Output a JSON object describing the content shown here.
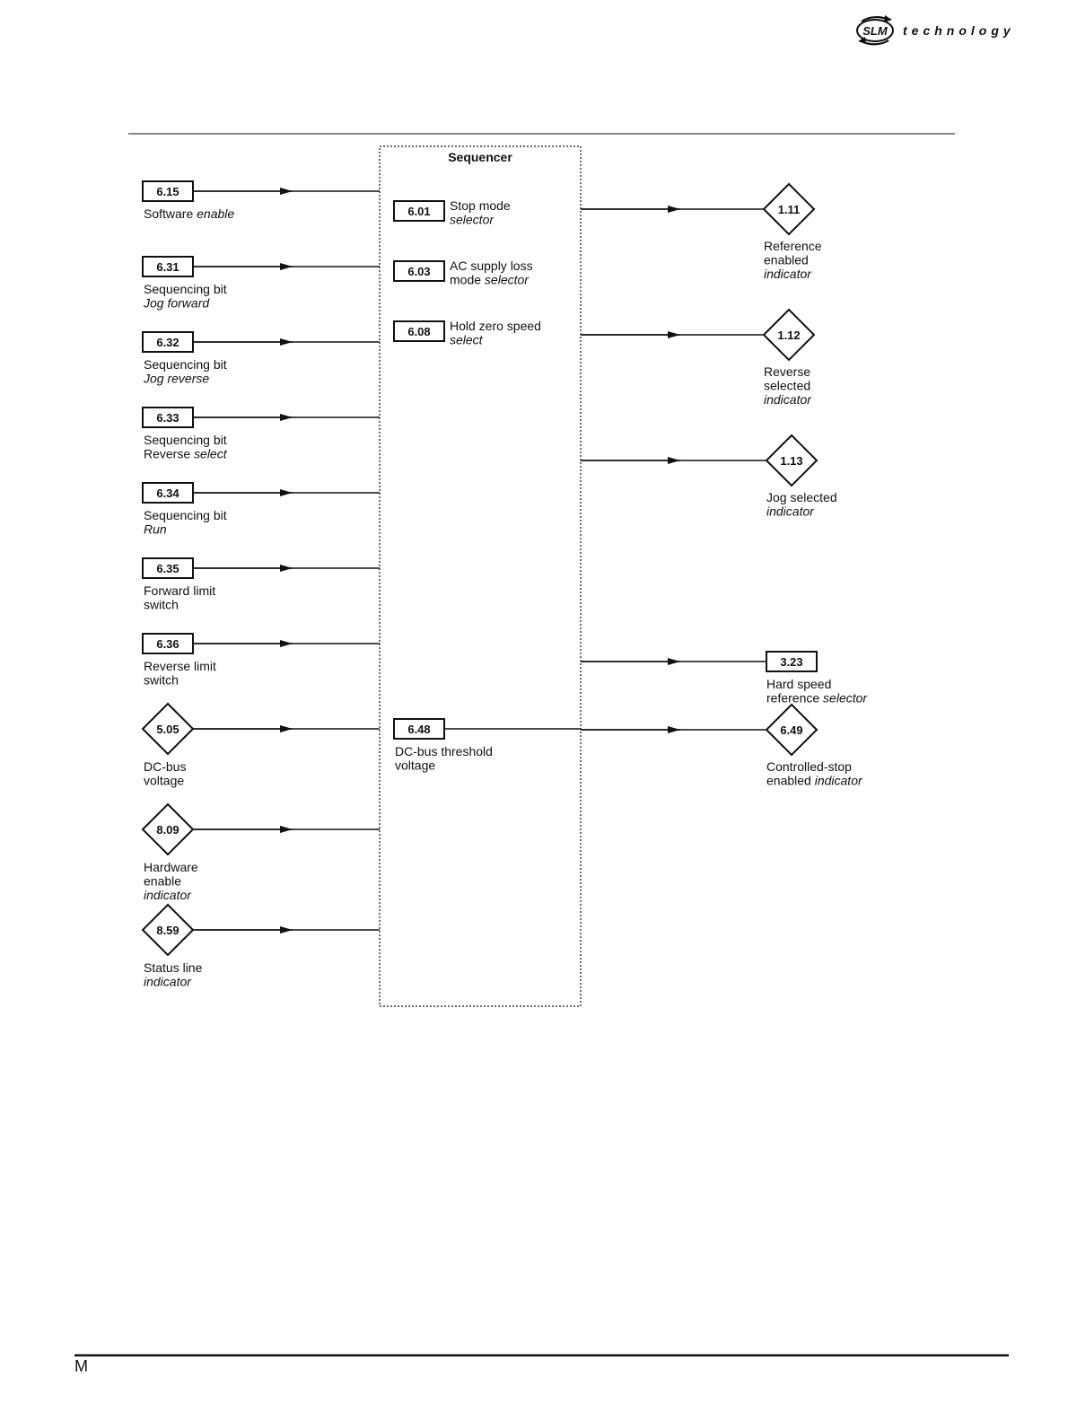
{
  "header": {
    "brand_mark": "SLM",
    "brand_text": "technology"
  },
  "footer": {
    "letter": "M"
  },
  "diagram": {
    "title": "Sequencer",
    "inputs": [
      {
        "code": "6.15",
        "shape": "box",
        "label": [
          {
            "t": "Software ",
            "i": false
          },
          {
            "t": "enable",
            "i": true
          }
        ]
      },
      {
        "code": "6.31",
        "shape": "box",
        "label": [
          {
            "t": "Sequencing bit",
            "i": false,
            "br": true
          },
          {
            "t": "Jog forward",
            "i": true
          }
        ]
      },
      {
        "code": "6.32",
        "shape": "box",
        "label": [
          {
            "t": "Sequencing bit",
            "i": false,
            "br": true
          },
          {
            "t": "Jog reverse",
            "i": true
          }
        ]
      },
      {
        "code": "6.33",
        "shape": "box",
        "label": [
          {
            "t": "Sequencing bit",
            "i": false,
            "br": true
          },
          {
            "t": "Reverse ",
            "i": false
          },
          {
            "t": "select",
            "i": true
          }
        ]
      },
      {
        "code": "6.34",
        "shape": "box",
        "label": [
          {
            "t": "Sequencing bit",
            "i": false,
            "br": true
          },
          {
            "t": "Run",
            "i": true
          }
        ]
      },
      {
        "code": "6.35",
        "shape": "box",
        "label": [
          {
            "t": "Forward limit",
            "i": false,
            "br": true
          },
          {
            "t": "switch",
            "i": false
          }
        ]
      },
      {
        "code": "6.36",
        "shape": "box",
        "label": [
          {
            "t": "Reverse limit",
            "i": false,
            "br": true
          },
          {
            "t": "switch",
            "i": false
          }
        ]
      },
      {
        "code": "5.05",
        "shape": "diamond",
        "label": [
          {
            "t": "DC-bus",
            "i": false,
            "br": true
          },
          {
            "t": "voltage",
            "i": false
          }
        ]
      },
      {
        "code": "8.09",
        "shape": "diamond",
        "label": [
          {
            "t": "Hardware",
            "i": false,
            "br": true
          },
          {
            "t": "enable",
            "i": false,
            "br": true
          },
          {
            "t": "indicator",
            "i": true
          }
        ]
      },
      {
        "code": "8.59",
        "shape": "diamond",
        "label": [
          {
            "t": "Status line",
            "i": false,
            "br": true
          },
          {
            "t": "indicator",
            "i": true
          }
        ]
      }
    ],
    "parameters": [
      {
        "code": "6.01",
        "label": [
          {
            "t": "Stop mode",
            "i": false,
            "br": true
          },
          {
            "t": "selector",
            "i": true
          }
        ]
      },
      {
        "code": "6.03",
        "label": [
          {
            "t": "AC supply loss",
            "i": false,
            "br": true
          },
          {
            "t": "mode ",
            "i": false
          },
          {
            "t": "selector",
            "i": true
          }
        ]
      },
      {
        "code": "6.08",
        "label": [
          {
            "t": "Hold zero speed",
            "i": false,
            "br": true
          },
          {
            "t": "select",
            "i": true
          }
        ]
      },
      {
        "code": "6.48",
        "label": [
          {
            "t": "DC-bus threshold",
            "i": false,
            "br": true
          },
          {
            "t": "voltage",
            "i": false
          }
        ]
      }
    ],
    "outputs": [
      {
        "code": "1.11",
        "shape": "diamond",
        "label": [
          {
            "t": "Reference",
            "i": false,
            "br": true
          },
          {
            "t": "enabled",
            "i": false,
            "br": true
          },
          {
            "t": "indicator",
            "i": true
          }
        ]
      },
      {
        "code": "1.12",
        "shape": "diamond",
        "label": [
          {
            "t": "Reverse",
            "i": false,
            "br": true
          },
          {
            "t": "selected",
            "i": false,
            "br": true
          },
          {
            "t": "indicator",
            "i": true
          }
        ]
      },
      {
        "code": "1.13",
        "shape": "diamond",
        "label": [
          {
            "t": "Jog selected",
            "i": false,
            "br": true
          },
          {
            "t": "indicator",
            "i": true
          }
        ]
      },
      {
        "code": "3.23",
        "shape": "box",
        "label": [
          {
            "t": "Hard speed",
            "i": false,
            "br": true
          },
          {
            "t": "reference ",
            "i": false
          },
          {
            "t": "selector",
            "i": true
          }
        ]
      },
      {
        "code": "6.49",
        "shape": "diamond",
        "label": [
          {
            "t": "Controlled-stop",
            "i": false,
            "br": true
          },
          {
            "t": "enabled ",
            "i": false
          },
          {
            "t": "indicator",
            "i": true
          }
        ]
      }
    ]
  }
}
